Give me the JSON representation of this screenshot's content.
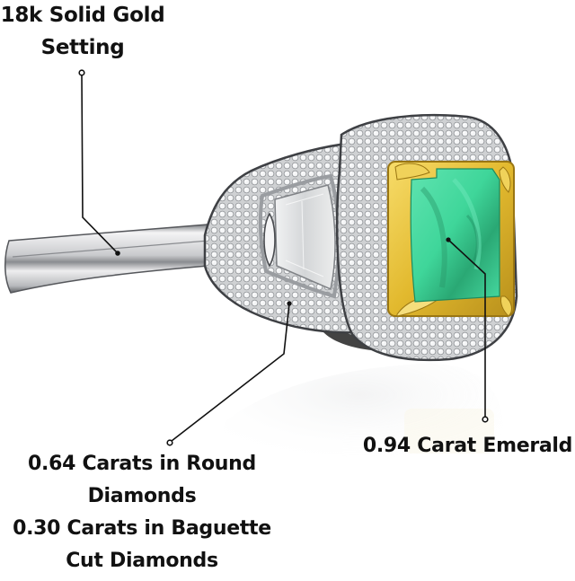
{
  "image": {
    "subject": "Emerald and diamond ring product infographic",
    "background_color": "#ffffff"
  },
  "annotations": [
    {
      "id": "setting",
      "lines": [
        "18k Solid Gold",
        "Setting"
      ],
      "points_to": "ring shank (band)"
    },
    {
      "id": "diamonds",
      "lines": [
        "0.64 Carats in Round",
        "Diamonds",
        "0.30 Carats in Baguette",
        "Cut Diamonds"
      ],
      "points_to": "pave round diamonds and baguette diamond"
    },
    {
      "id": "emerald",
      "lines": [
        "0.94 Carat Emerald"
      ],
      "points_to": "center emerald stone"
    }
  ],
  "colors": {
    "text": "#111111",
    "leader_line": "#111111",
    "emerald": "#3fd69a",
    "emerald_dark": "#2aa874",
    "gold": "#e8c23a",
    "gold_dark": "#b8901c",
    "white_gold": "#d9dadc",
    "metal_shadow": "#6b6d70"
  }
}
